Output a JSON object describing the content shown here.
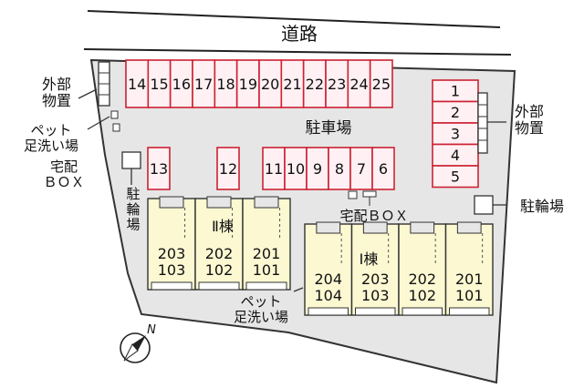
{
  "road": {
    "label": "道路"
  },
  "parking": {
    "title": "駐車場",
    "top_row": [
      "14",
      "15",
      "16",
      "17",
      "18",
      "19",
      "20",
      "21",
      "22",
      "23",
      "24",
      "25"
    ],
    "left_pair": [
      "13",
      "12"
    ],
    "middle_row": [
      "11",
      "10",
      "9",
      "8",
      "7",
      "6"
    ],
    "right_column": [
      "1",
      "2",
      "3",
      "4",
      "5"
    ]
  },
  "facilities": {
    "storage_left": "外部\n物置",
    "storage_right": "外部\n物置",
    "pet_wash_left": "ペット\n足洗い場",
    "pet_wash_bottom": "ペット\n足洗い場",
    "delivery_box_left": "宅配\nＢＯＸ",
    "delivery_box_mid": "宅配ＢＯＸ",
    "bike_parking_left": "駐\n輪\n場",
    "bike_parking_right": "駐輪場"
  },
  "buildings": {
    "building2": {
      "label": "Ⅱ棟",
      "units": [
        [
          "203",
          "103"
        ],
        [
          "202",
          "102"
        ],
        [
          "201",
          "101"
        ]
      ]
    },
    "building1": {
      "label": "Ⅰ棟",
      "units": [
        [
          "204",
          "104"
        ],
        [
          "203",
          "103"
        ],
        [
          "202",
          "102"
        ],
        [
          "201",
          "101"
        ]
      ]
    }
  },
  "compass": {
    "label": "N"
  },
  "colors": {
    "site": "#e6e6e6",
    "parking_stroke": "#cc2233",
    "parking_fill": "#fff0f3",
    "building_fill": "#fbf8d2"
  }
}
